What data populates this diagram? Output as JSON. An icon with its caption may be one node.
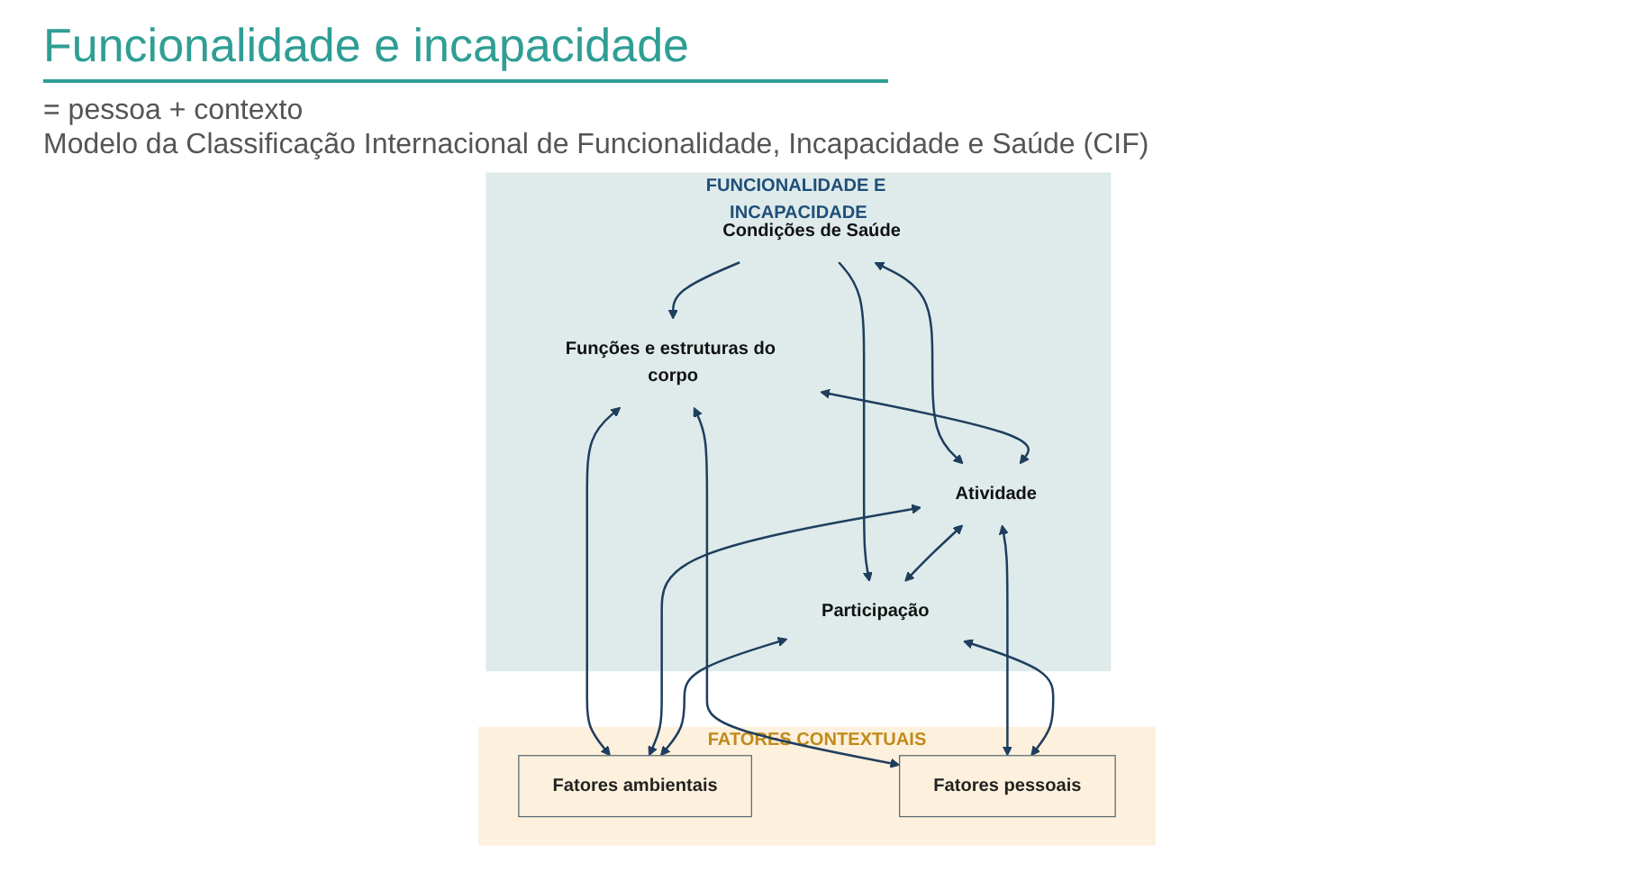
{
  "diagram": {
    "title": "Funcionalidade e incapacidade",
    "nodes": [
      {
        "text": [
          "FUNCIONALIDADE E INCAPACIDADE"
        ]
      },
      {
        "text": [
          "Condições de Saúde"
        ],
        "in": 0
      },
      {
        "text": [
          "Funções e estruturas do corpo"
        ],
        "in": 0
      },
      {
        "text": [
          "Atividade"
        ],
        "in": 0
      },
      {
        "text": [
          "Participação"
        ],
        "in": 0
      },
      {
        "text": [
          "FATORES CONTEXTUAIS"
        ]
      },
      {
        "text": [
          "Fatores ambientais"
        ],
        "in": 5
      },
      {
        "text": [
          "Fatores pessoais"
        ],
        "in": 5
      }
    ],
    "edges": [
      {
        "from": 1,
        "to": 3,
        "arrow": "both"
      },
      {
        "from": 1,
        "to": 2,
        "arrow": "to"
      },
      {
        "from": 1,
        "to": 4,
        "arrow": "to"
      },
      {
        "from": 2,
        "to": 3,
        "arrow": "both"
      },
      {
        "from": 3,
        "to": 4,
        "arrow": "both"
      },
      {
        "from": 2,
        "to": 6,
        "arrow": "both"
      },
      {
        "from": 3,
        "to": 6,
        "arrow": "both"
      },
      {
        "from": 4,
        "to": 6,
        "arrow": "both"
      },
      {
        "from": 2,
        "to": 7,
        "arrow": "both"
      },
      {
        "from": 3,
        "to": 7,
        "arrow": "both"
      },
      {
        "from": 4,
        "to": 7,
        "arrow": "both"
      }
    ],
    "labels": [
      "= pessoa + contexto",
      "Modelo da Classificação Internacional de Funcionalidade, Incapacidade e Saúde (CIF)"
    ]
  }
}
